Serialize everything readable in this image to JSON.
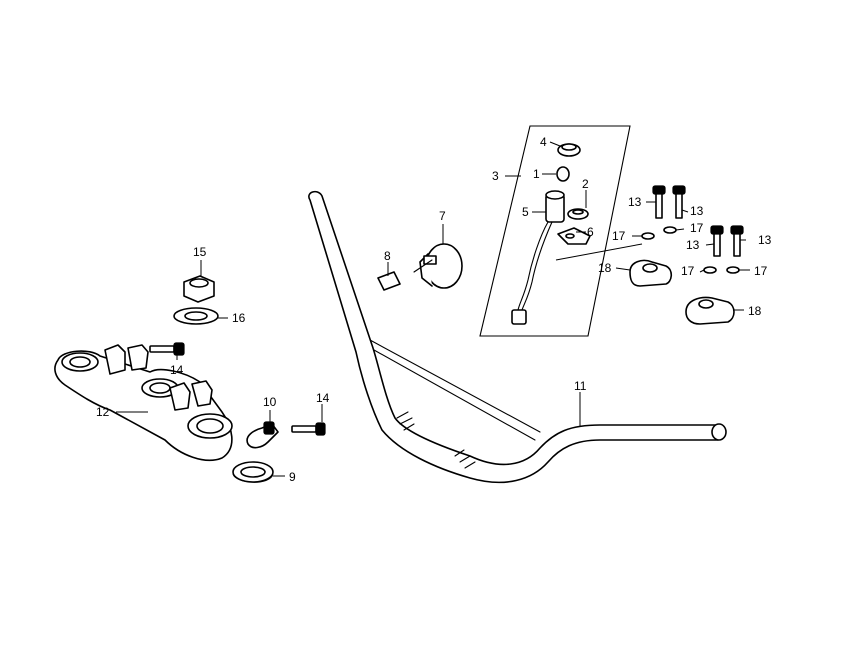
{
  "callouts": {
    "c1": "1",
    "c2": "2",
    "c3": "3",
    "c4": "4",
    "c5": "5",
    "c6": "6",
    "c7": "7",
    "c8": "8",
    "c9": "9",
    "c10": "10",
    "c11": "11",
    "c12": "12",
    "c13a": "13",
    "c13b": "13",
    "c13c": "13",
    "c13d": "13",
    "c14a": "14",
    "c14b": "14",
    "c15": "15",
    "c16": "16",
    "c17a": "17",
    "c17b": "17",
    "c17c": "17",
    "c17d": "17",
    "c18a": "18",
    "c18b": "18"
  }
}
